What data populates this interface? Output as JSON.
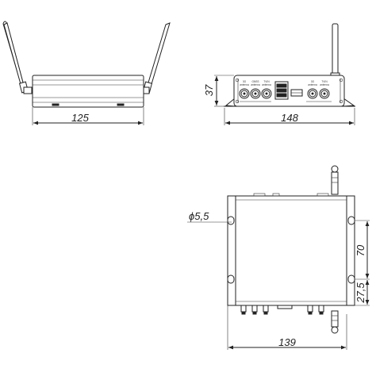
{
  "dimensions": {
    "front_width": "125",
    "rear_height": "37",
    "rear_width": "148",
    "hole_diameter": "ϕ5,5",
    "mount_spacing": "70",
    "mount_offset": "27,5",
    "top_width": "139"
  },
  "port_labels": {
    "p1": "3G",
    "p1b": "antenna",
    "p2": "GNSS",
    "p2b": "antenna",
    "p3": "TVIN",
    "p3b": "antenna",
    "p4": "3G",
    "p4b": "antenna",
    "p5": "TVIN",
    "p5b": "antenna"
  }
}
